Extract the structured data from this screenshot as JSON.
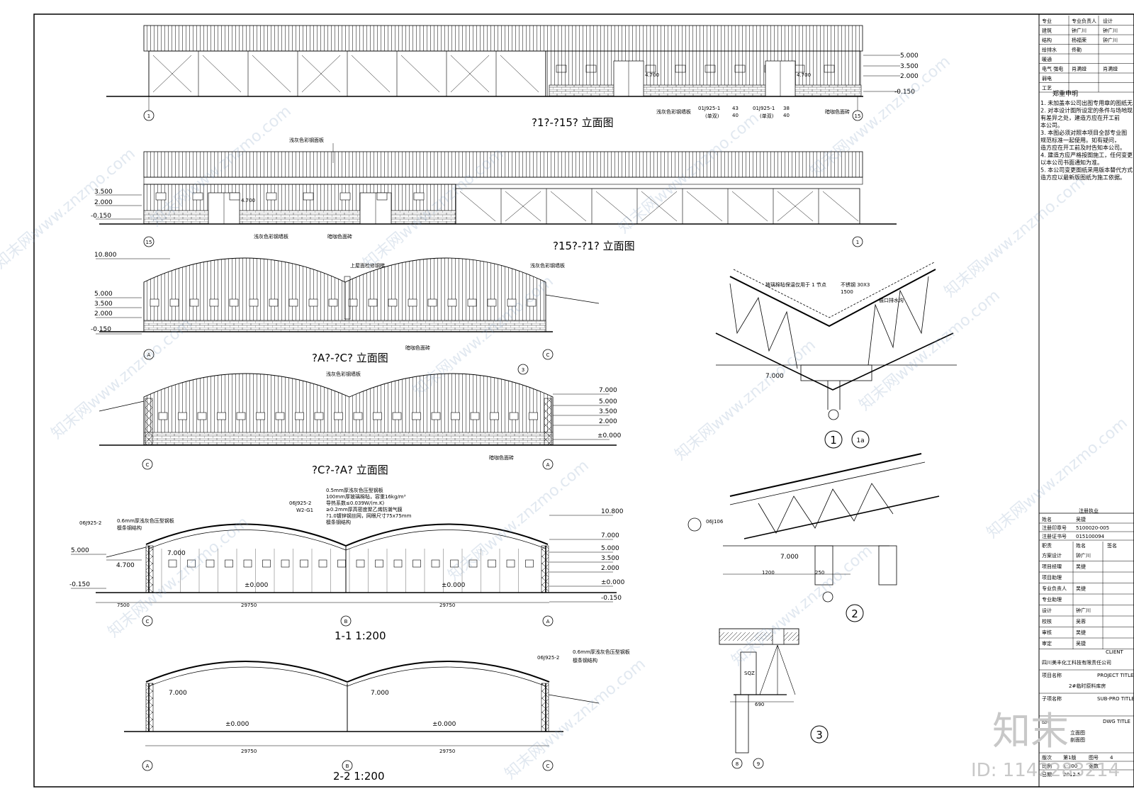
{
  "elevations": {
    "e1": {
      "title": "?1?-?15? 立面图",
      "axis_left": "1",
      "axis_right": "15",
      "levels": [
        "5.000",
        "3.500",
        "2.000",
        "-0.150"
      ],
      "door_height": "4.700",
      "notes": [
        "浅灰色彩钢墙板",
        "01J925-1",
        "(单双)",
        "01J925-1",
        "(单双)",
        "暗咖色面砖"
      ],
      "detail_refs": [
        "43",
        "40",
        "38",
        "40"
      ]
    },
    "e2": {
      "title": "?15?-?1? 立面图",
      "axis_left": "15",
      "axis_right": "1",
      "levels": [
        "3.500",
        "2.000",
        "-0.150"
      ],
      "door_height": "4.700",
      "notes": [
        "浅灰色彩钢面板",
        "浅灰色彩钢墙板",
        "暗咖色面砖"
      ]
    },
    "e3": {
      "title": "?A?-?C? 立面图",
      "axis_left": "A",
      "axis_right": "C",
      "levels": [
        "10.800",
        "5.000",
        "3.500",
        "2.000",
        "-0.150"
      ],
      "notes": [
        "上屋面检修钢梯",
        "浅灰色彩钢墙板",
        "暗咖色面砖"
      ]
    },
    "e4": {
      "title": "?C?-?A? 立面图",
      "axis_left": "C",
      "axis_right": "A",
      "levels": [
        "7.000",
        "5.000",
        "3.500",
        "2.000",
        "±0.000"
      ],
      "notes": [
        "浅灰色彩钢墙板",
        "暗咖色面砖"
      ],
      "detail_ref": "3"
    }
  },
  "sections": {
    "s1": {
      "title": "1-1 1:200",
      "axes": [
        "C",
        "B",
        "A"
      ],
      "spans": [
        "7500",
        "29750",
        "29750"
      ],
      "levels_right": [
        "10.800",
        "7.000",
        "5.000",
        "3.500",
        "2.000",
        "±0.000",
        "-0.150"
      ],
      "levels_left": [
        "5.000",
        "4.700",
        "-0.150"
      ],
      "inner": [
        "7.000",
        "±0.000",
        "±0.000"
      ],
      "roof_notes": [
        "0.5mm厚浅灰色压型钢板",
        "100mm厚玻璃棉毡，容重16kg/m³",
        "导热系数≤0.039W/(m.K)",
        "≥0.2mm厚高密度聚乙烯防潮气膜",
        "?1.0镀锌钢丝网，网眼尺寸75x75mm",
        "檩条钢结构",
        "06J925-2",
        "W2-G1"
      ],
      "left_notes": [
        "06J925-2",
        "0.6mm厚浅灰色压型钢板",
        "檩条钢结构"
      ]
    },
    "s2": {
      "title": "2-2 1:200",
      "axes": [
        "A",
        "B",
        "C"
      ],
      "spans": [
        "29750",
        "29750"
      ],
      "inner": [
        "7.000",
        "7.000",
        "±0.000",
        "±0.000"
      ],
      "notes": [
        "06J925-2",
        "0.6mm厚浅灰色压型钢板",
        "檩条钢结构"
      ]
    }
  },
  "details": {
    "d1": {
      "labels": [
        "1",
        "1a"
      ],
      "level": "7.000",
      "notes": [
        "玻璃棉毡保温仅用于 1 节点",
        "不锈钢 30X3",
        "1500",
        "檐口排水沟"
      ]
    },
    "d2": {
      "label": "2",
      "ref": "06J106",
      "level": "7.000",
      "dims": [
        "1200",
        "250"
      ]
    },
    "d3": {
      "label": "3",
      "code": "SQZ",
      "dims": [
        "690"
      ],
      "axes": [
        "8",
        "9"
      ]
    }
  },
  "title_block": {
    "rows_top": [
      [
        "专业",
        "专业负责人",
        "设计"
      ],
      [
        "建筑",
        "钟广川",
        "钟广川"
      ],
      [
        "结构",
        "杨福荣",
        "钟广川"
      ],
      [
        "给排水",
        "佟勤",
        ""
      ],
      [
        "暖通",
        "",
        ""
      ],
      [
        "电气 强电",
        "肖满娅",
        "肖满娅"
      ],
      [
        "弱电",
        "",
        ""
      ],
      [
        "工艺",
        "",
        ""
      ]
    ],
    "notes_title": "郑重申明",
    "notes": [
      "1. 未加盖本公司出图专用章的图纸无",
      "2. 对本设计图所设定的条件与场地现",
      "   有差异之处，建造方应在开工前",
      "   本公司。",
      "3. 本图必须对照本项目全部专业图",
      "   规范标准一起使用。如有疑问，",
      "   造方应在开工前及时告知本公司。",
      "4. 建造方应严格按图施工，任何变更",
      "   以本公司书面通知为准。",
      "5. 本公司变更图纸采用版本替代方式",
      "   造方应以最新版图纸为施工依据。"
    ],
    "reg_title": "注册执业",
    "reg_rows": [
      [
        "姓名",
        "吴捷"
      ],
      [
        "注册印章号",
        "5100020-005"
      ],
      [
        "注册证书号",
        "015100094"
      ]
    ],
    "staff_header": [
      "职责",
      "姓名",
      "签名"
    ],
    "staff": [
      [
        "方案设计",
        "钟广川"
      ],
      [
        "项目经理",
        "吴捷"
      ],
      [
        "项目助理",
        ""
      ],
      [
        "专业负责人",
        "吴捷"
      ],
      [
        "专业助理",
        ""
      ],
      [
        "设计",
        "钟广川"
      ],
      [
        "校核",
        "吴蓉"
      ],
      [
        "审核",
        "吴捷"
      ],
      [
        "审定",
        "吴捷"
      ]
    ],
    "client_label": "CLIENT",
    "client": "四川美丰化工科技有限责任公司",
    "project_label": "项目名称",
    "project_en": "PROJECT TITLE",
    "project": "2#临时原料库房",
    "sub_label": "子项名称",
    "sub_en": "SUB-PRO TITLE",
    "dwg_label": "图名",
    "dwg_en": "DWG TITLE",
    "dwg": [
      "立面图",
      "剖面图"
    ],
    "foot": [
      [
        "版次",
        "第1版",
        "图号",
        "4"
      ],
      [
        "比例",
        "1:100",
        "张数",
        ""
      ],
      [
        "日期",
        "2012.5",
        "",
        ""
      ]
    ]
  },
  "watermark": {
    "text": "知末网www.znzmo.com",
    "brand": "知末",
    "id": "ID: 1142283214"
  }
}
